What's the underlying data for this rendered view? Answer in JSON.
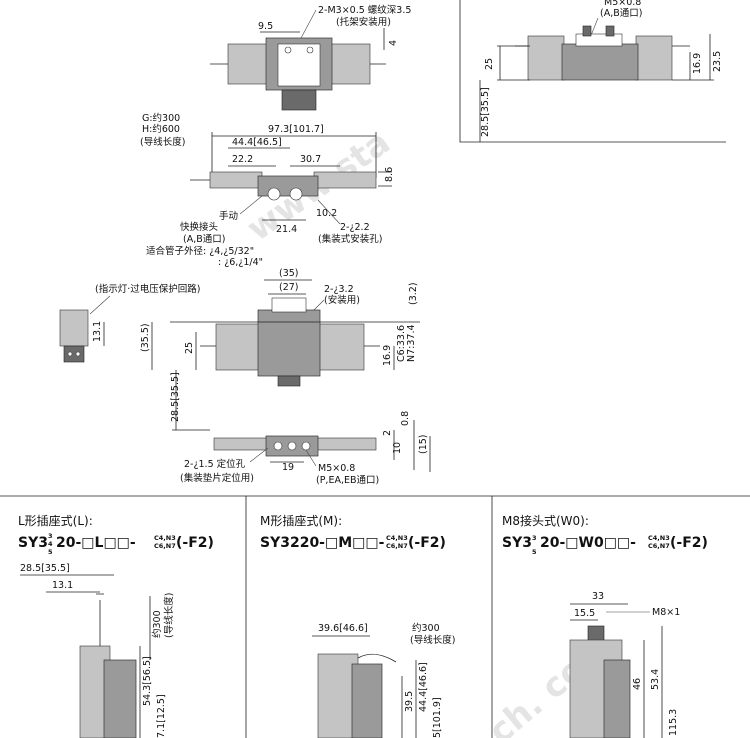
{
  "top_dims": {
    "m3_label": "2-M3×0.5 螺纹深3.5",
    "m3_sub": "(托架安装用)",
    "d95": "9.5",
    "d4": "4"
  },
  "right_panel": {
    "m5_label": "M5×0.8",
    "ab_port": "(A,B通口)",
    "d25": "25",
    "d169": "16.9",
    "d235": "23.5",
    "d285": "28.5[35.5]"
  },
  "front_view": {
    "g_len": "G:约300",
    "h_len": "H:约600",
    "lead_len": "(导线长度)",
    "d973": "97.3[101.7]",
    "d444": "44.4[46.5]",
    "d222": "22.2",
    "d307": "30.7",
    "d86": "8.6",
    "manual": "手动",
    "d214": "21.4",
    "d102": "10.2",
    "fitting": "快换接头",
    "ab_port": "(A,B通口)",
    "hole22": "2-¿2.2",
    "manifold_hole": "(集装式安装孔)",
    "tube_od": "适合管子外径: ¿4,¿5/32\"",
    "tube_od2": ": ¿6,¿1/4\""
  },
  "mid_view": {
    "d35": "(35)",
    "d27": "(27)",
    "hole32": "2-¿3.2",
    "mount": "(安装用)",
    "d32": "(3.2)",
    "indicator": "(指示灯·过电压保护回路)",
    "d131": "13.1",
    "d355": "(35.5)",
    "d25": "25",
    "d169": "16.9",
    "c6": "C6:33.6",
    "n7": "N7:37.4",
    "d285": "28.5[35.5]"
  },
  "bottom_view": {
    "d2": "2",
    "d08": "0.8",
    "d10": "10",
    "d15": "(15)",
    "locate": "2-¿1.5 定位孔",
    "locate_sub": "(集装垫片定位用)",
    "d19": "19",
    "m5": "M5×0.8",
    "ports": "(P,EA,EB通口)"
  },
  "panel_l": {
    "title": "L形插座式(L):",
    "model_pre": "SY3",
    "model_frac_top": "3",
    "model_frac_mid": "4",
    "model_frac_bot": "5",
    "model_post": "20-□L□□-",
    "opt_top": "C4,N3",
    "opt_bot": "C6,N7",
    "model_tail": "(-F2)",
    "d285": "28.5[35.5]",
    "d131": "13.1",
    "lead": "约300",
    "lead_sub": "(导线长度)",
    "d543": "54.3[56.5]",
    "d12": "7.1[12.5]"
  },
  "panel_m": {
    "title": "M形插座式(M):",
    "model": "SY3220-□M□□-",
    "opt_top": "C4,N3",
    "opt_bot": "C6,N7",
    "model_tail": "(-F2)",
    "d396": "39.6[46.6]",
    "lead": "约300",
    "lead_sub": "(导线长度)",
    "d395": "39.5",
    "d444": "44.4[46.6]",
    "d1019": "5[101.9]"
  },
  "panel_w": {
    "title": "M8接头式(W0):",
    "model_pre": "SY3",
    "model_frac_top": "3",
    "model_frac_bot": "5",
    "model_post": "20-□W0□□-",
    "opt_top": "C4,N3",
    "opt_bot": "C6,N7",
    "model_tail": "(-F2)",
    "d33": "33",
    "d155": "15.5",
    "m8": "M8×1",
    "d46": "46",
    "d534": "53.4",
    "d1153": "115.3"
  },
  "watermark": {
    "w1": "www.sta",
    "w2": "ch. co"
  }
}
